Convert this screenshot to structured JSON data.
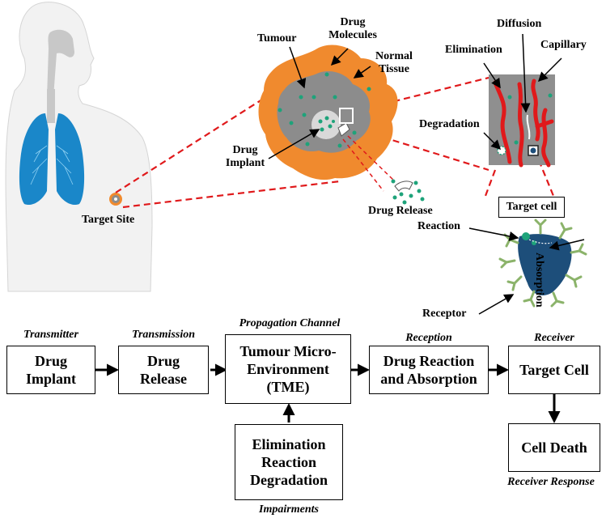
{
  "illustration": {
    "target_site": "Target Site",
    "tumour": "Tumour",
    "drug_molecules": [
      "Drug",
      "Molecules"
    ],
    "normal_tissue": [
      "Normal",
      "Tissue"
    ],
    "drug_implant": [
      "Drug",
      "Implant"
    ],
    "drug_release": "Drug Release",
    "diffusion": "Diffusion",
    "elimination": "Elimination",
    "capillary": "Capillary",
    "degradation": "Degradation",
    "target_cell": "Target cell",
    "absorption": "Absorption",
    "reaction": "Reaction",
    "receptor": "Receptor"
  },
  "flow": {
    "stages": [
      {
        "role": "Transmitter",
        "lines": [
          "Drug",
          "Implant"
        ]
      },
      {
        "role": "Transmission",
        "lines": [
          "Drug",
          "Release"
        ]
      },
      {
        "role": "Propagation Channel",
        "lines": [
          "Tumour Micro-",
          "Environment",
          "(TME)"
        ]
      },
      {
        "role": "Reception",
        "lines": [
          "Drug Reaction",
          "and Absorption"
        ]
      },
      {
        "role": "Receiver",
        "lines": [
          "Target Cell"
        ]
      }
    ],
    "impairments": {
      "role": "Impairments",
      "lines": [
        "Elimination",
        "Reaction",
        "Degradation"
      ]
    },
    "response": {
      "role": "Receiver Response",
      "lines": [
        "Cell Death"
      ]
    }
  },
  "colors": {
    "lung": "#1a87c9",
    "body": "#f2f2f2",
    "trachea": "#c8c8c8",
    "tumour_outer": "#f08a2e",
    "tumour_inner": "#8c8c8c",
    "drug_dot": "#1ea37a",
    "dashed": "#e0191b",
    "capillary": "#e0191b",
    "tme_panel": "#8f8f8f",
    "cell": "#1d4e7a",
    "receptor": "#8bb36a"
  }
}
